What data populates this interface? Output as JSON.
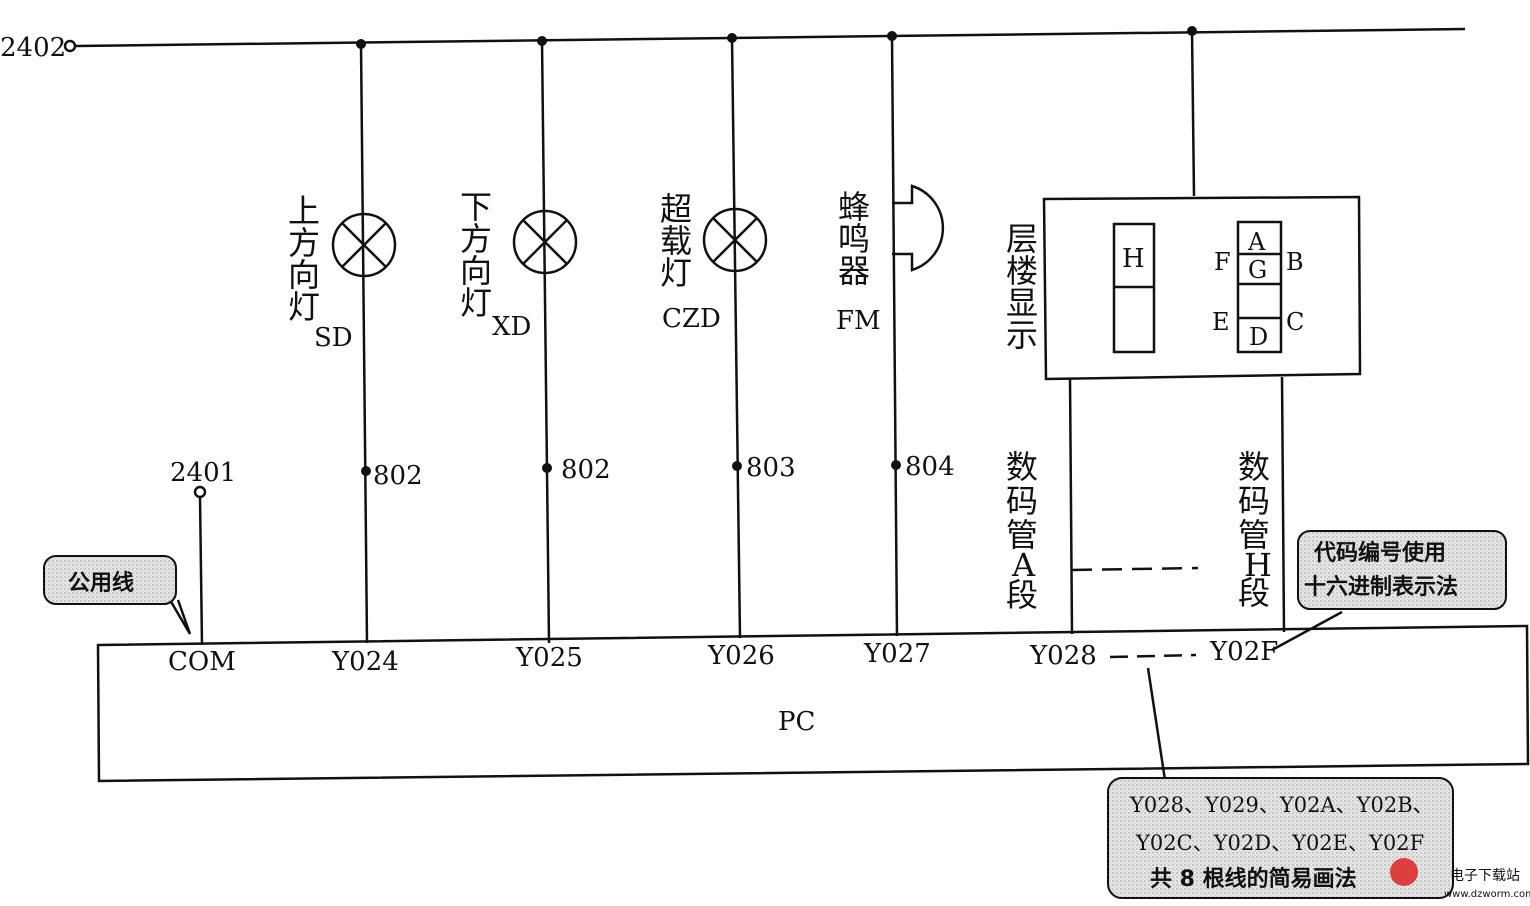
{
  "bus": {
    "top_terminal": "2402",
    "com_terminal": "2401"
  },
  "outputs": [
    {
      "name": "上方向灯",
      "code": "SD",
      "wire": "802",
      "port": "Y024"
    },
    {
      "name": "下方向灯",
      "code": "XD",
      "wire": "802",
      "port": "Y025"
    },
    {
      "name": "超载灯",
      "code": "CZD",
      "wire": "803",
      "port": "Y026"
    },
    {
      "name": "蜂鸣器",
      "code": "FM",
      "wire": "804",
      "port": "Y027"
    }
  ],
  "floor_display": {
    "name": "层楼显示",
    "digit_h": "H",
    "segments": {
      "a": "A",
      "g": "G",
      "f": "F",
      "b": "B",
      "e": "E",
      "c": "C",
      "d": "D"
    },
    "seg_a_label": "数码管A段",
    "seg_h_label": "数码管H段"
  },
  "pc": {
    "label": "PC",
    "com": "COM",
    "ports": [
      "Y024",
      "Y025",
      "Y026",
      "Y027",
      "Y028",
      "Y02F"
    ],
    "dash": "- - -"
  },
  "callouts": {
    "common": "公用线",
    "hex": [
      "代码编号使用",
      "十六进制表示法"
    ],
    "lines": [
      "Y028、Y029、Y02A、Y02B、",
      "Y02C、Y02D、Y02E、Y02F",
      "共 8 根线的简易画法"
    ]
  },
  "watermark": {
    "site": "电子下载站",
    "url": "www.dzworm.com"
  }
}
